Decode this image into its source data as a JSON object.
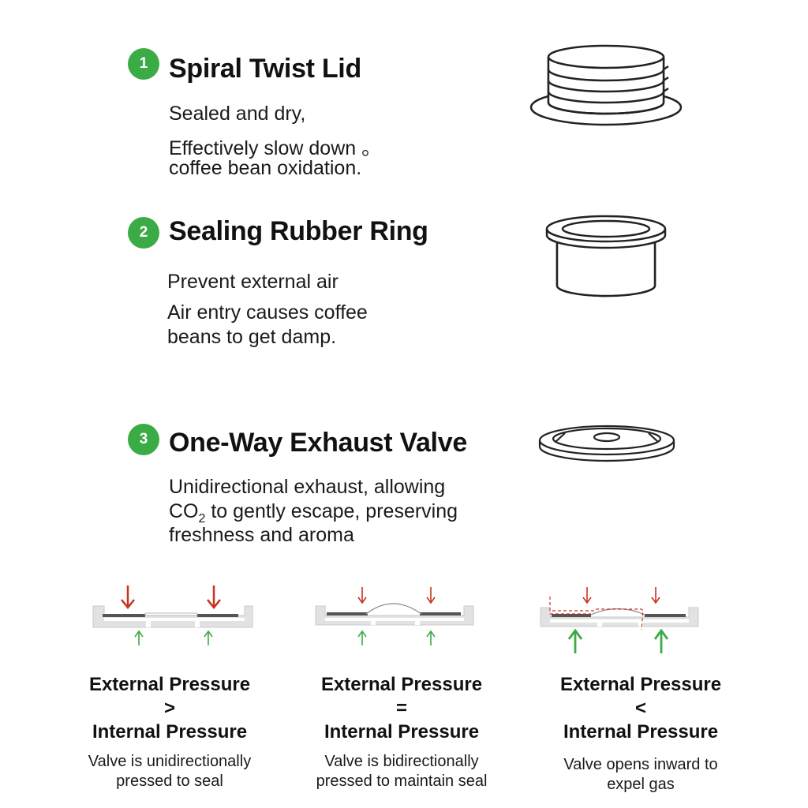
{
  "features": [
    {
      "number": "1",
      "title": "Spiral Twist Lid",
      "lines": [
        "Sealed and dry,",
        "Effectively slow down 。",
        "coffee bean oxidation."
      ],
      "icon": "spiral-lid-icon"
    },
    {
      "number": "2",
      "title": "Sealing Rubber Ring",
      "lines": [
        "Prevent external air",
        "Air entry causes coffee",
        "beans to get damp."
      ],
      "icon": "rubber-ring-icon"
    },
    {
      "number": "3",
      "title": "One-Way Exhaust Valve",
      "lines": [
        "Unidirectional exhaust, allowing",
        "CO",
        "2",
        " to gently escape, preserving",
        "freshness and aroma"
      ],
      "icon": "exhaust-valve-icon"
    }
  ],
  "conditions": [
    {
      "line1": "External Pressure",
      "symbol": ">",
      "line2": "Internal Pressure",
      "desc1": "Valve is unidirectionally",
      "desc2": "pressed to seal"
    },
    {
      "line1": "External Pressure",
      "symbol": "=",
      "line2": "Internal Pressure",
      "desc1": "Valve is bidirectionally",
      "desc2": "pressed to maintain seal"
    },
    {
      "line1": "External Pressure",
      "symbol": "<",
      "line2": "Internal Pressure",
      "desc1": "Valve opens inward to",
      "desc2": "expel gas"
    }
  ],
  "colors": {
    "badge": "#3bab45",
    "external_arrow": "#c8321e",
    "internal_arrow": "#3bab45",
    "valve_body": "#e2e2e2",
    "valve_plate": "#555555"
  }
}
